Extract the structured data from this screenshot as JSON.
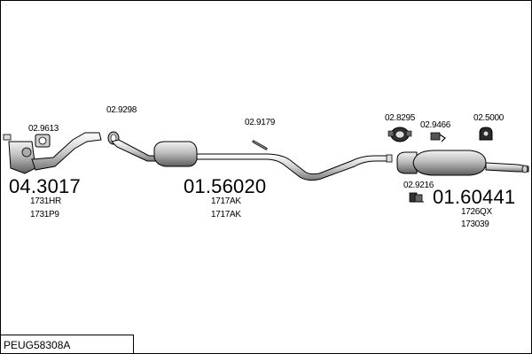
{
  "system_code": "PEUG58308A",
  "groups": [
    {
      "main_number": "04.3017",
      "refs": [
        "1731HR",
        "1731P9"
      ]
    },
    {
      "main_number": "01.56020",
      "refs": [
        "1717AK",
        "1717AK"
      ]
    },
    {
      "main_number": "01.60441",
      "refs": [
        "1726QX",
        "173039"
      ]
    }
  ],
  "accessories": [
    {
      "code": "02.9613",
      "icon": "gasket-icon"
    },
    {
      "code": "02.9298",
      "icon": "gasket-ring-icon"
    },
    {
      "code": "02.9179",
      "icon": "bolt-icon"
    },
    {
      "code": "02.8295",
      "icon": "clamp-icon"
    },
    {
      "code": "02.9466",
      "icon": "hanger-icon"
    },
    {
      "code": "02.5000",
      "icon": "rubber-mount-icon"
    },
    {
      "code": "02.9216",
      "icon": "bracket-icon"
    }
  ],
  "colors": {
    "line": "#000000",
    "part_fill": "#d9d9d9",
    "part_shade": "#8c8c8c",
    "background": "#ffffff"
  }
}
